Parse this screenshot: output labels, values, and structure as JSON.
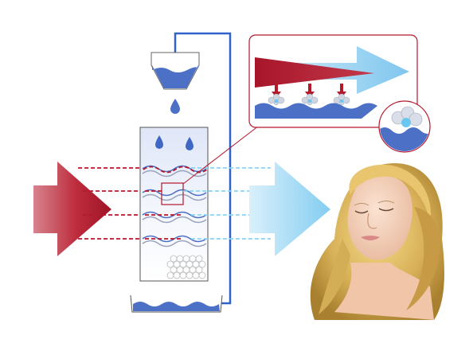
{
  "diagram": {
    "description_text": "",
    "colors": {
      "hot_red": "#b3182b",
      "cold_blue": "#8fd3f2",
      "water_blue": "#4a6fc7",
      "line_blue": "#2f63c8",
      "panel_border": "#b3182b",
      "column_fill": "#eef2fb"
    },
    "icons": {
      "hot_air_arrow": "arrow-right-icon",
      "cool_air_arrow": "arrow-right-icon",
      "water_drop": "water-drop-icon",
      "person": "person-relaxing-icon"
    },
    "parts": {
      "reservoir": "water-reservoir",
      "column": "evaporative-column",
      "basin": "collection-basin",
      "inset": "magnified-inset"
    }
  }
}
